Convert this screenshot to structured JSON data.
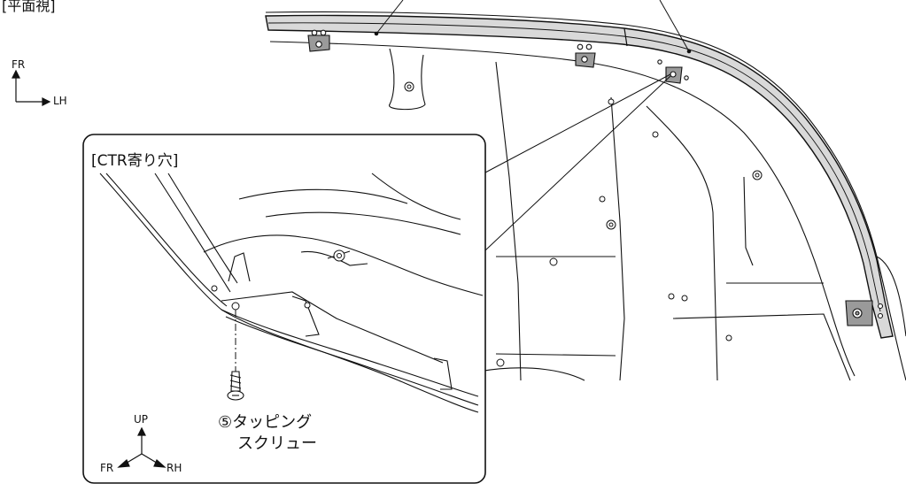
{
  "view_title": "[平面視]",
  "orientation": {
    "fr": "FR",
    "lh": "LH"
  },
  "inset": {
    "title": "[CTR寄り穴]",
    "axes": {
      "up": "UP",
      "fr": "FR",
      "rh": "RH"
    }
  },
  "part": {
    "line1": "⑤タッピング",
    "line2": "スクリュー"
  },
  "colors": {
    "line": "#111111",
    "pad_fill": "#9a9a9a",
    "seal_fill": "#d9d9d9",
    "background": "#ffffff"
  }
}
